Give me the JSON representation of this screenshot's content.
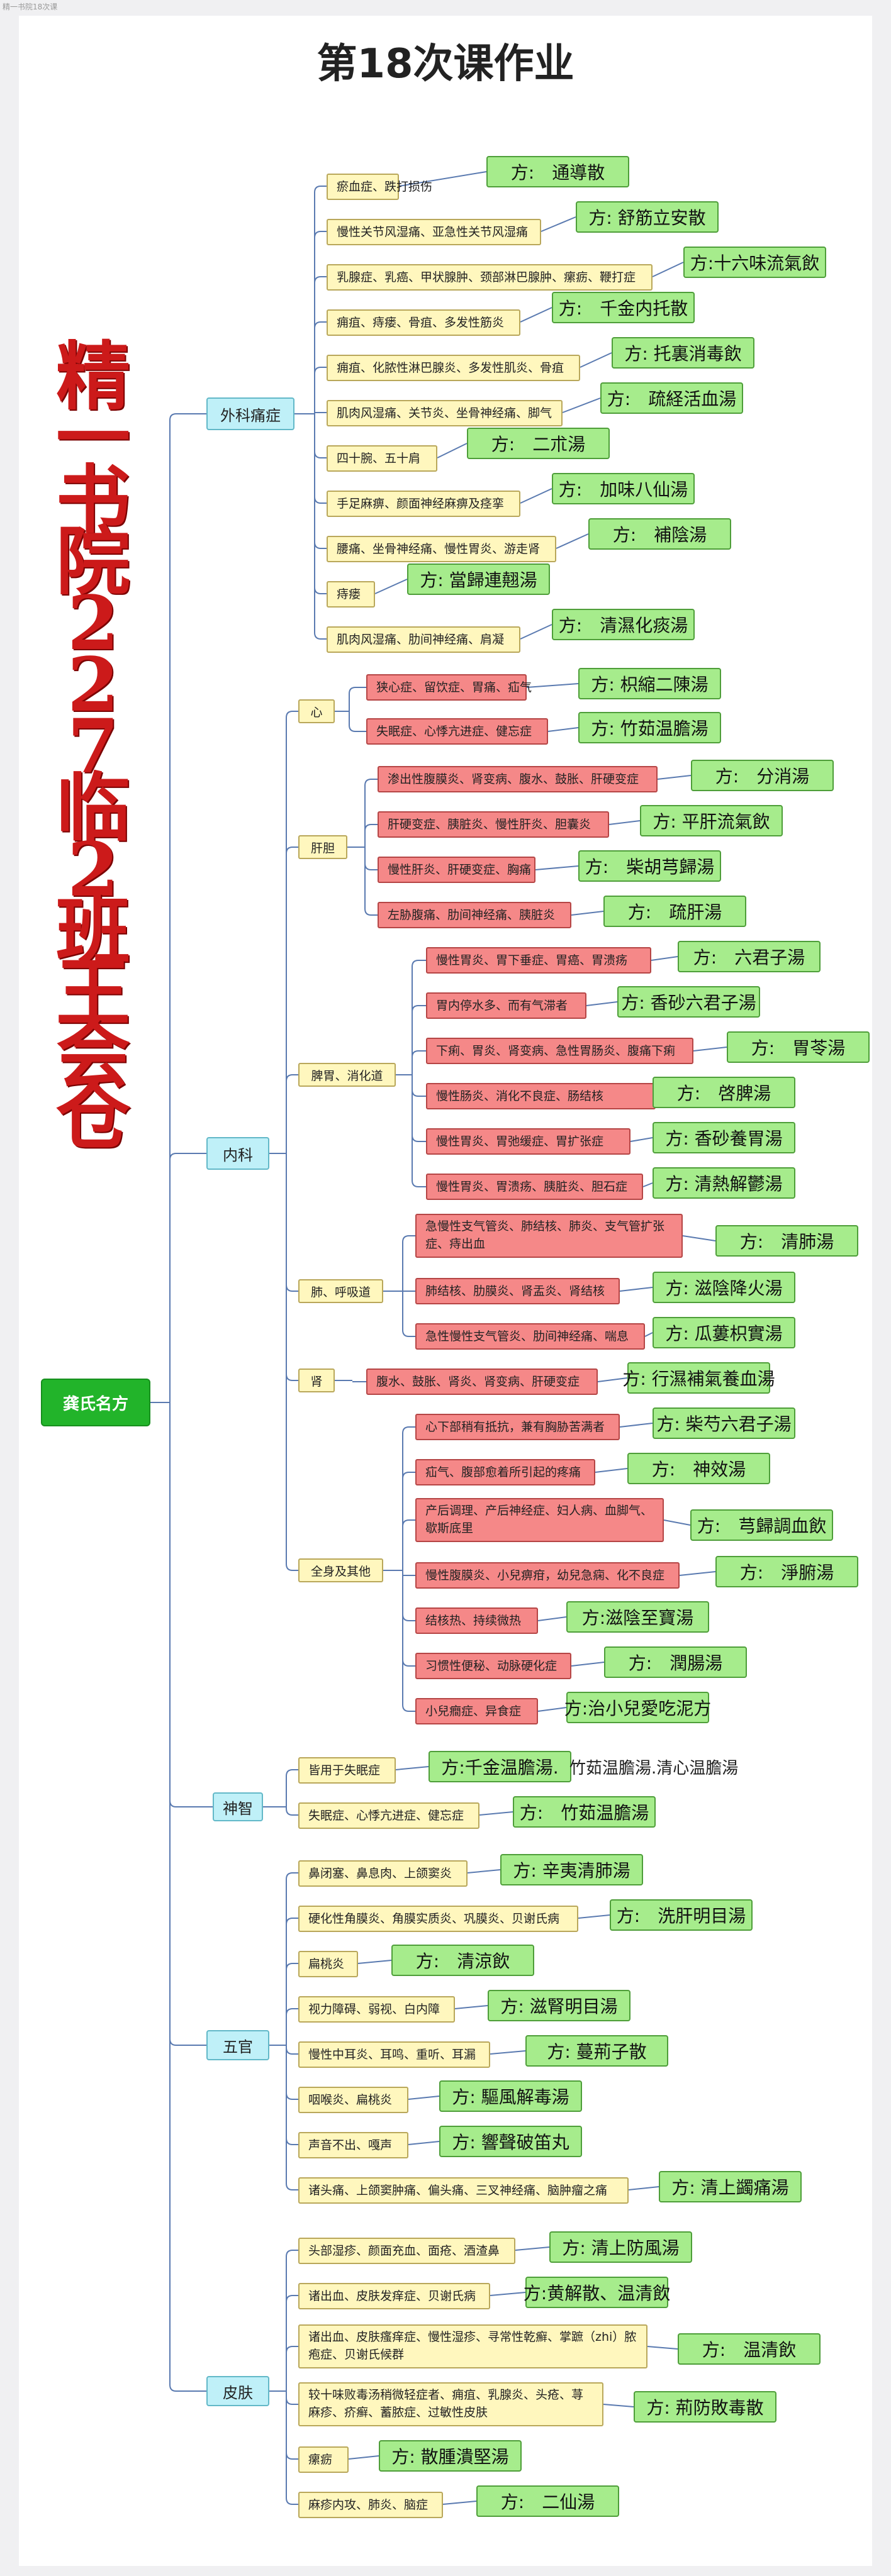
{
  "tab_label": "精一书院18次课",
  "title": "第18次课作业",
  "vertical_title": [
    "精",
    "一",
    "书",
    "院",
    "2",
    "2",
    "7",
    "临",
    "2",
    "班",
    "王",
    "会",
    "仓"
  ],
  "root": "龚氏名方",
  "categories": [
    {
      "name": "外科痛症",
      "items": [
        {
          "symptom": "瘀血症、跌打损伤",
          "rx": "方:　通導散"
        },
        {
          "symptom": "慢性关节风湿痛、亚急性关节风湿痛",
          "rx": "方: 舒筋立安散"
        },
        {
          "symptom": "乳腺症、乳癌、甲状腺肿、颈部淋巴腺肿、瘰疬、鞭打症",
          "rx": "方:十六味流氣飲"
        },
        {
          "symptom": "痈疽、痔瘘、骨疽、多发性筋炎",
          "rx": "方:　千金内托散"
        },
        {
          "symptom": "痈疽、化脓性淋巴腺炎、多发性肌炎、骨疽",
          "rx": "方: 托裏消毒飲"
        },
        {
          "symptom": "肌肉风湿痛、关节炎、坐骨神经痛、脚气",
          "rx": "方:　疏経活血湯"
        },
        {
          "symptom": "四十腕、五十肩",
          "rx": "方:　二朮湯"
        },
        {
          "symptom": "手足麻痹、颜面神经麻痹及痉挛",
          "rx": "方:　加味八仙湯"
        },
        {
          "symptom": "腰痛、坐骨神经痛、慢性胃炎、游走肾",
          "rx": "方:　補陰湯"
        },
        {
          "symptom": "痔瘘",
          "rx": "方: 當歸連翹湯"
        },
        {
          "symptom": "肌肉风湿痛、肋间神经痛、肩凝",
          "rx": "方:　清濕化痰湯"
        }
      ]
    },
    {
      "name": "内科",
      "subs": [
        {
          "name": "心",
          "items": [
            {
              "symptom": "狭心症、留饮症、胃痛、疝气",
              "rx": "方: 枳縮二陳湯"
            },
            {
              "symptom": "失眠症、心悸亢进症、健忘症",
              "rx": "方: 竹茹温膽湯"
            }
          ]
        },
        {
          "name": "肝胆",
          "items": [
            {
              "symptom": "渗出性腹膜炎、肾变病、腹水、鼓胀、肝硬变症",
              "rx": "方:　分消湯"
            },
            {
              "symptom": "肝硬变症、胰脏炎、慢性肝炎、胆囊炎",
              "rx": "方: 平肝流氣飲"
            },
            {
              "symptom": "慢性肝炎、肝硬变症、胸痛",
              "rx": "方:　柴胡芎歸湯"
            },
            {
              "symptom": "左胁腹痛、肋间神经痛、胰脏炎",
              "rx": "方:　疏肝湯"
            }
          ]
        },
        {
          "name": "脾胃、消化道",
          "items": [
            {
              "symptom": "慢性胃炎、胃下垂症、胃癌、胃溃疡",
              "rx": "方:　六君子湯"
            },
            {
              "symptom": "胃内停水多、而有气滞者",
              "rx": "方: 香砂六君子湯"
            },
            {
              "symptom": "下痢、胃炎、肾变病、急性胃肠炎、腹痛下痢",
              "rx": "方:　胃苓湯"
            },
            {
              "symptom": "慢性肠炎、消化不良症、肠结核",
              "rx": "方:　啓脾湯"
            },
            {
              "symptom": "慢性胃炎、胃弛缓症、胃扩张症",
              "rx": "方: 香砂養胃湯"
            },
            {
              "symptom": "慢性胃炎、胃溃疡、胰脏炎、胆石症",
              "rx": "方: 清熱解鬱湯"
            }
          ]
        },
        {
          "name": "肺、呼吸道",
          "items": [
            {
              "symptom": "急慢性支气管炎、肺结核、肺炎、支气管扩张症、痔出血",
              "rx": "方:　清肺湯"
            },
            {
              "symptom": "肺结核、肋膜炎、肾盂炎、肾结核",
              "rx": "方: 滋陰降火湯"
            },
            {
              "symptom": "急性慢性支气管炎、肋间神经痛、喘息",
              "rx": "方: 瓜蔞枳實湯"
            }
          ]
        },
        {
          "name": "肾",
          "items": [
            {
              "symptom": "腹水、鼓胀、肾炎、肾变病、肝硬变症",
              "rx": "方: 行濕補氣養血湯"
            }
          ]
        },
        {
          "name": "全身及其他",
          "items": [
            {
              "symptom": "心下部稍有抵抗，兼有胸胁苦满者",
              "rx": "方: 柴芍六君子湯"
            },
            {
              "symptom": "疝气、腹部愈着所引起的疼痛",
              "rx": "方:　神效湯"
            },
            {
              "symptom": "产后调理、产后神经症、妇人病、血脚气、歇斯底里",
              "rx": "方:　芎歸調血飲"
            },
            {
              "symptom": "慢性腹膜炎、小兒痹疳，幼兒急痫、化不良症",
              "rx": "方:　淨腑湯"
            },
            {
              "symptom": "结核热、持续微热",
              "rx": "方:滋陰至寶湯"
            },
            {
              "symptom": "习惯性便秘、动脉硬化症",
              "rx": "方:　潤腸湯"
            },
            {
              "symptom": "小兒癎症、异食症",
              "rx": "方:治小兒愛吃泥方"
            }
          ]
        }
      ]
    },
    {
      "name": "神智",
      "items": [
        {
          "symptom": "皆用于失眠症",
          "rx": "方:千金温膽湯.",
          "note": "竹茹温膽湯.清心温膽湯"
        },
        {
          "symptom": "失眠症、心悸亢进症、健忘症",
          "rx": "方:　竹茹温膽湯"
        }
      ]
    },
    {
      "name": "五官",
      "items": [
        {
          "symptom": "鼻闭塞、鼻息肉、上颌窦炎",
          "rx": "方: 辛夷清肺湯"
        },
        {
          "symptom": "硬化性角膜炎、角膜实质炎、巩膜炎、贝谢氏病",
          "rx": "方:　洗肝明目湯"
        },
        {
          "symptom": "扁桃炎",
          "rx": "方:　清涼飲"
        },
        {
          "symptom": "视力障碍、弱视、白内障",
          "rx": "方: 滋腎明目湯"
        },
        {
          "symptom": "慢性中耳炎、耳鸣、重听、耳漏",
          "rx": "方: 蔓荊子散"
        },
        {
          "symptom": "咽喉炎、扁桃炎",
          "rx": "方: 驅風解毒湯"
        },
        {
          "symptom": "声音不出、嘎声",
          "rx": "方: 響聲破笛丸"
        },
        {
          "symptom": "诸头痛、上颌窦肿痛、偏头痛、三叉神经痛、脑肿瘤之痛",
          "rx": "方: 清上蠲痛湯"
        }
      ]
    },
    {
      "name": "皮肤",
      "items": [
        {
          "symptom": "头部湿疹、颜面充血、面疮、酒渣鼻",
          "rx": "方: 清上防風湯"
        },
        {
          "symptom": "诸出血、皮肤发痒症、贝谢氏病",
          "rx": "方:黄解散、温清飲"
        },
        {
          "symptom": "诸出血、皮肤瘙痒症、慢性湿疹、寻常性乾癬、掌蹠（zhi）脓疱症、贝谢氏候群",
          "rx": "方:　温清飲"
        },
        {
          "symptom": "较十味败毒汤稍微轻症者、痈疽、乳腺炎、头疮、荨麻疹、疥癣、蓄脓症、过敏性皮肤",
          "rx": "方: 荊防敗毒散"
        },
        {
          "symptom": "瘰疬",
          "rx": "方: 散腫潰堅湯"
        },
        {
          "symptom": "麻疹内攻、肺炎、脑症",
          "rx": "方:　二仙湯"
        }
      ]
    }
  ],
  "colors": {
    "root": "#22b42a",
    "category": "#bff0f8",
    "symptom_yellow": "#fff7be",
    "symptom_red": "#f58888",
    "prescription": "#a6ec8c",
    "connector": "#5a7ab0"
  }
}
